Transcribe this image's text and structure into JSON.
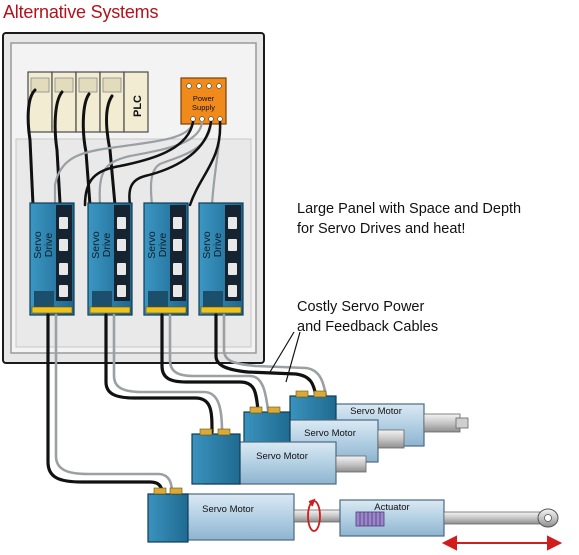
{
  "title": "Alternative Systems",
  "plc_label": "PLC",
  "power_supply_label": [
    "Power",
    "Supply"
  ],
  "servo_drive_label": [
    "Servo",
    "Drive"
  ],
  "servo_drive_count": 4,
  "servo_motor_label": "Servo Motor",
  "actuator_label": "Actuator",
  "annotations": {
    "panel": [
      "Large Panel with Space and Depth",
      "for Servo Drives and heat!"
    ],
    "cables": [
      "Costly Servo Power",
      "and Feedback Cables"
    ]
  },
  "colors": {
    "title": "#b3121b",
    "drive": "#2c7ea6",
    "drive_dark": "#1a5a7c",
    "motor": "#2f85ad",
    "motor_body": "#bcd7ea",
    "power_supply": "#f08a1a",
    "plc_module": "#f1ecd2",
    "cable_gray": "#9aa0a4",
    "cable_black": "#111111",
    "arrow": "#d11d1d"
  }
}
